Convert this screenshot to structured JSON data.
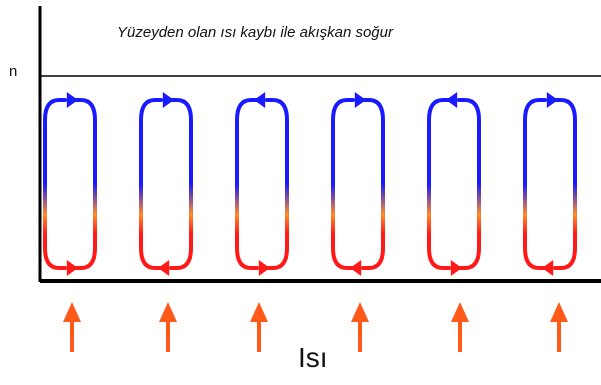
{
  "top_caption": "Yüzeyden olan ısı kaybı ile akışkan soğur",
  "side_label": "n",
  "heat_label": "Isı",
  "colors": {
    "cold": "#1a1aff",
    "mid": "#ff8a2a",
    "hot": "#ff1a1a",
    "heat_arrow": "#ff5a1a",
    "frame": "#000000"
  },
  "cells": [
    {
      "name": "convection-cell-1",
      "upper_arrow": "right",
      "lower_arrow": "right"
    },
    {
      "name": "convection-cell-2",
      "upper_arrow": "right",
      "lower_arrow": "left"
    },
    {
      "name": "convection-cell-3",
      "upper_arrow": "left",
      "lower_arrow": "right"
    },
    {
      "name": "convection-cell-4",
      "upper_arrow": "right",
      "lower_arrow": "left"
    },
    {
      "name": "convection-cell-5",
      "upper_arrow": "left",
      "lower_arrow": "right"
    },
    {
      "name": "convection-cell-6",
      "upper_arrow": "right",
      "lower_arrow": "left"
    }
  ],
  "heat_arrow_count": 6
}
